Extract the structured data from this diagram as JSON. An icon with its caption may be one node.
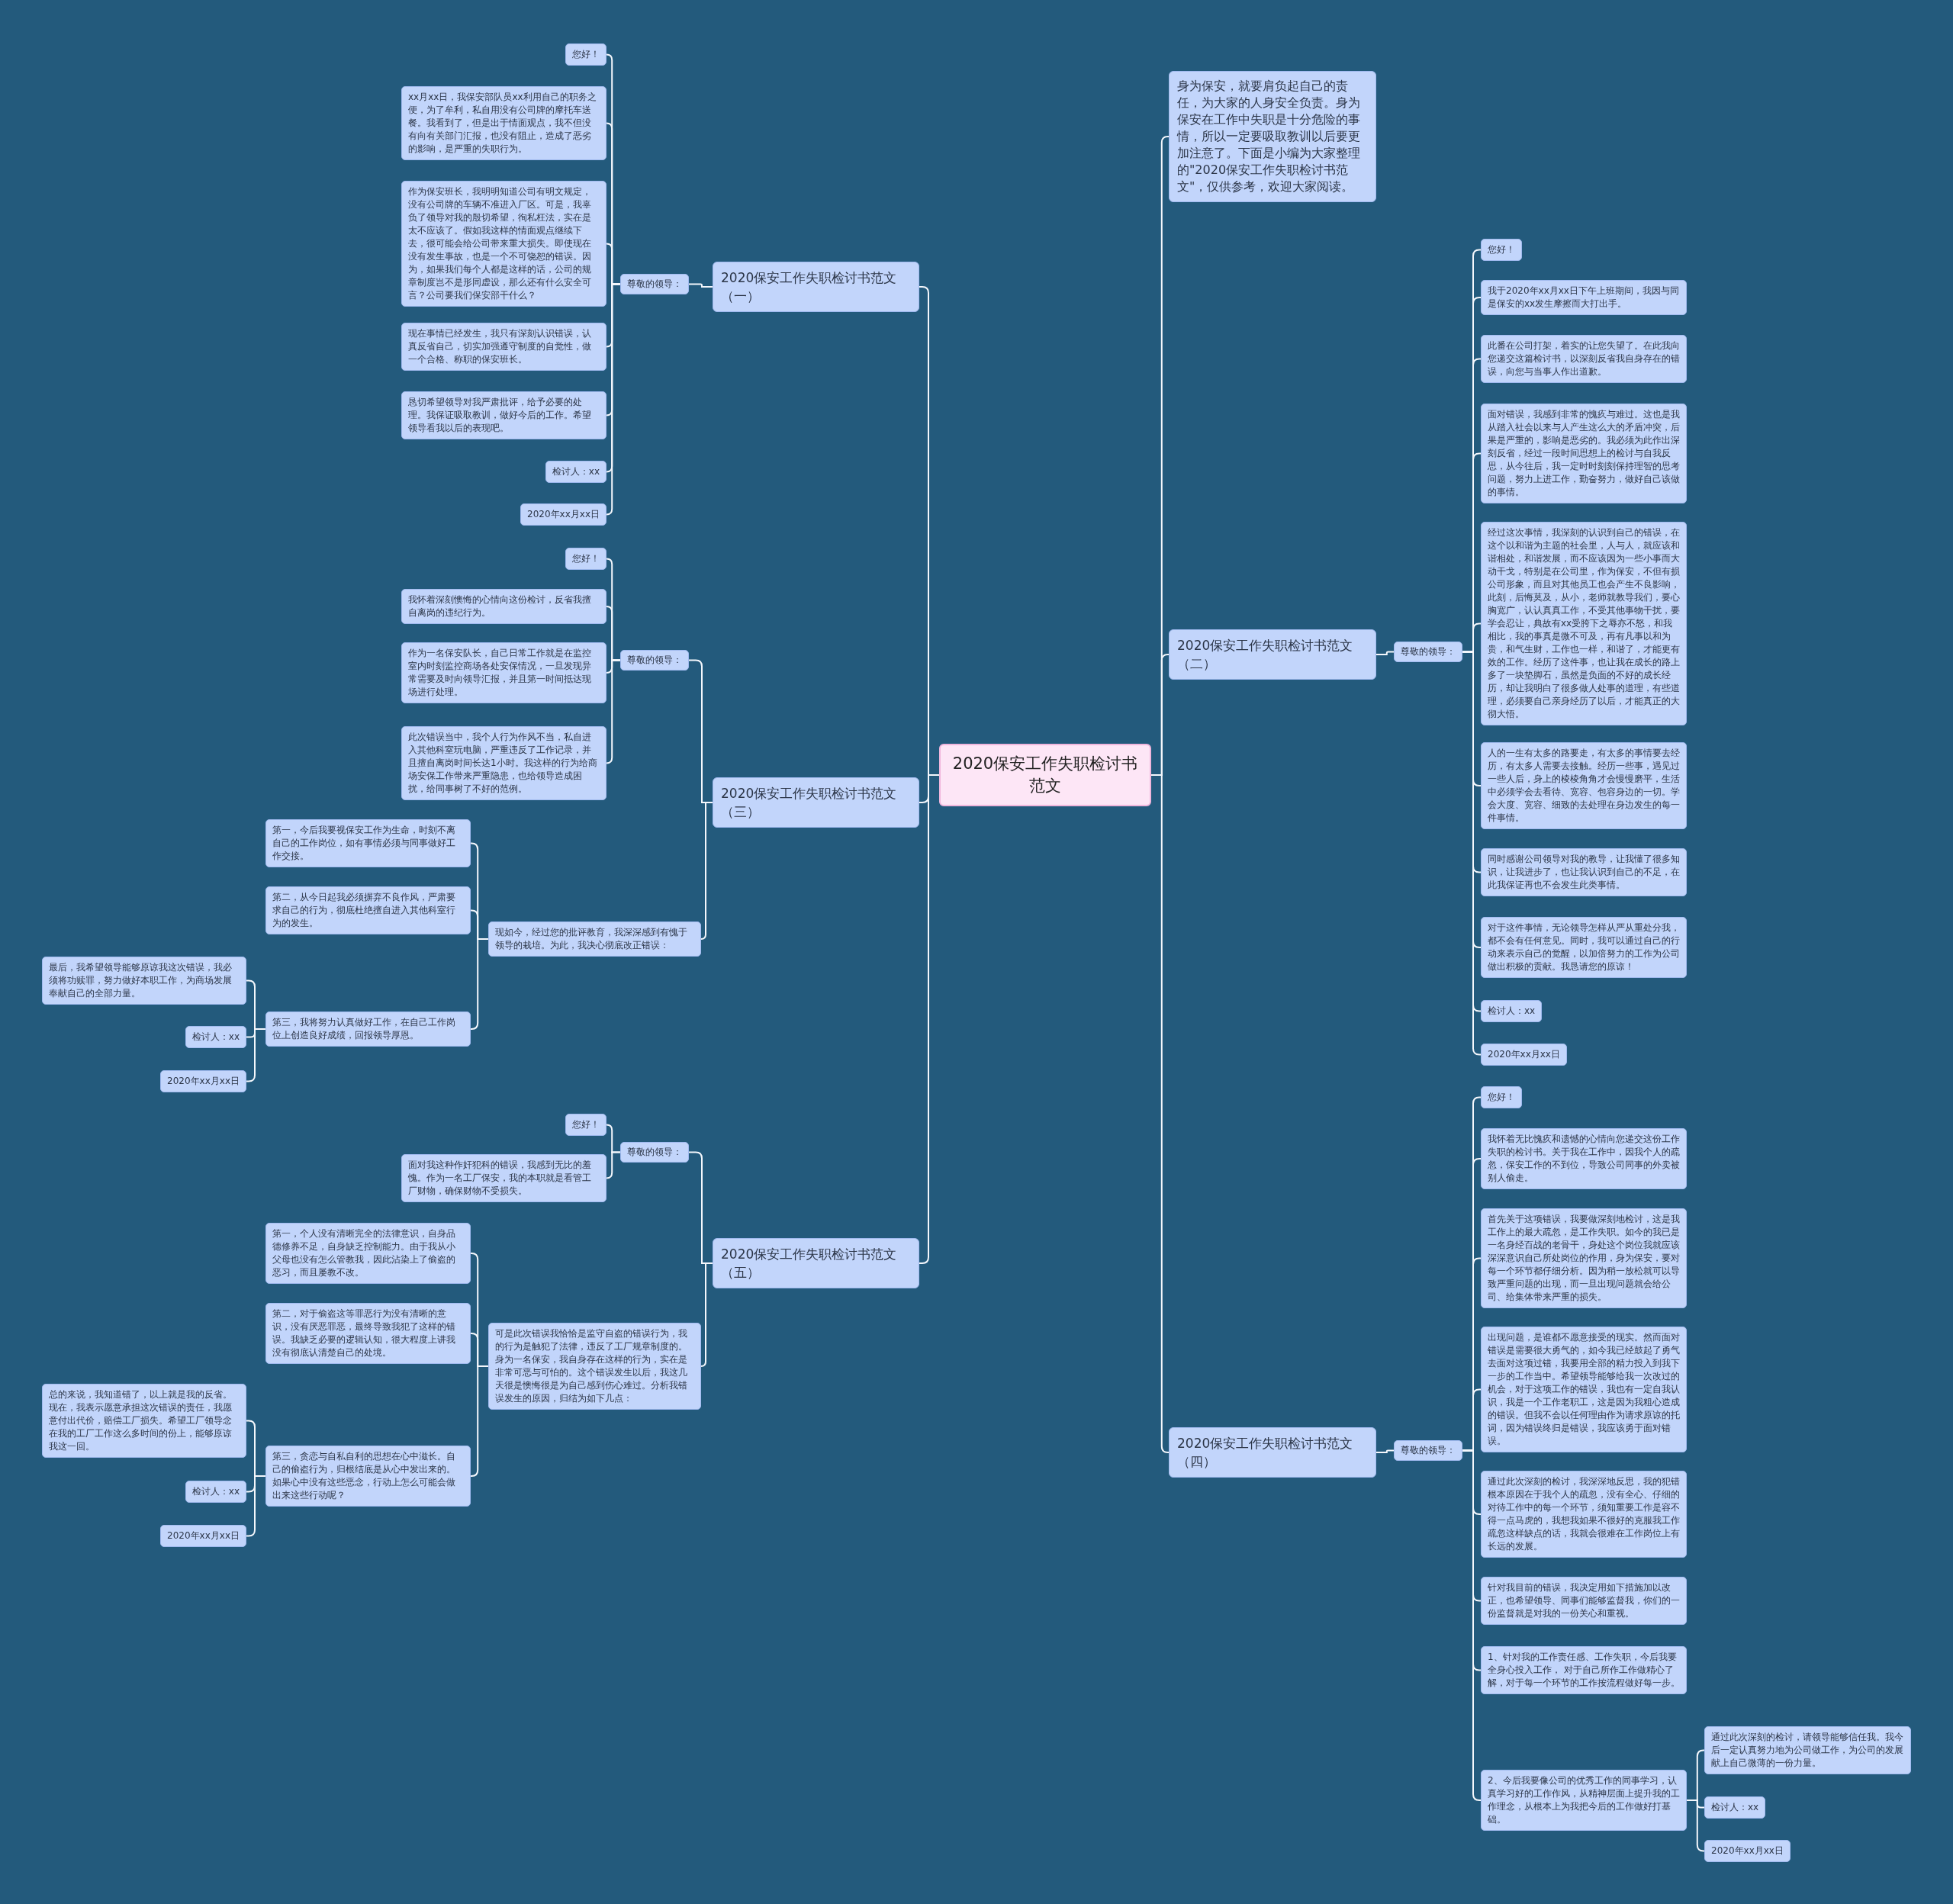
{
  "diagram": {
    "nodes": [
      {
        "text": [
          "2020保安工作失职检讨书范文"
        ]
      },
      {
        "text": [
          "2020保安工作失职检讨书范文（一）"
        ]
      },
      {
        "text": [
          "尊敬的领导："
        ]
      },
      {
        "text": [
          "您好！"
        ]
      },
      {
        "text": [
          "xx月xx日，我保安部队员xx利用自己的职务之便，为了牟利，私自用没有公司牌的摩托车送餐。我看到了，但是出于情面观点，我不但没有向有关部门汇报，也没有阻止，造成了恶劣的影响，是严重的失职行为。"
        ]
      },
      {
        "text": [
          "作为保安班长，我明明知道公司有明文规定，没有公司牌的车辆不准进入厂区。可是，我辜负了领导对我的殷切希望，徇私枉法，实在是太不应该了。假如我这样的情面观点继续下去，很可能会给公司带来重大损失。即使现在没有发生事故，也是一个不可饶恕的错误。因为，如果我们每个人都是这样的话，公司的规章制度岂不是形同虚设，那么还有什么安全可言？公司要我们保安部干什么？"
        ]
      },
      {
        "text": [
          "现在事情已经发生，我只有深刻认识错误，认真反省自己，切实加强遵守制度的自觉性，做一个合格、称职的保安班长。"
        ]
      },
      {
        "text": [
          "恳切希望领导对我严肃批评，给予必要的处理。我保证吸取教训，做好今后的工作。希望领导看我以后的表现吧。"
        ]
      },
      {
        "text": [
          "检讨人：xx"
        ]
      },
      {
        "text": [
          "2020年xx月xx日"
        ]
      },
      {
        "text": [
          "2020保安工作失职检讨书范文（三）"
        ]
      },
      {
        "text": [
          "尊敬的领导："
        ]
      },
      {
        "text": [
          "您好！"
        ]
      },
      {
        "text": [
          "我怀着深刻懊悔的心情向这份检讨，反省我擅自离岗的违纪行为。"
        ]
      },
      {
        "text": [
          "作为一名保安队长，自己日常工作就是在监控室内时刻监控商场各处安保情况，一旦发现异常需要及时向领导汇报，并且第一时间抵达现场进行处理。"
        ]
      },
      {
        "text": [
          "此次错误当中，我个人行为作风不当，私自进入其他科室玩电脑，严重违反了工作记录，并且擅自离岗时间长达1小时。我这样的行为给商场安保工作带来严重隐患，也给领导造成困扰，给同事树了不好的范例。"
        ]
      },
      {
        "text": [
          "现如今，经过您的批评教育，我深深感到有愧于领导的栽培。为此，我决心彻底改正错误："
        ]
      },
      {
        "text": [
          "第一，今后我要视保安工作为生命，时刻不离自己的工作岗位，如有事情必须与同事做好工作交接。"
        ]
      },
      {
        "text": [
          "第二，从今日起我必须摒弃不良作风，严肃要求自己的行为，彻底杜绝擅自进入其他科室行为的发生。"
        ]
      },
      {
        "text": [
          "第三，我将努力认真做好工作，在自己工作岗位上创造良好成绩，回报领导厚恩。"
        ]
      },
      {
        "text": [
          "最后，我希望领导能够原谅我这次错误，我必须将功赎罪，努力做好本职工作，为商场发展奉献自己的全部力量。"
        ]
      },
      {
        "text": [
          "检讨人：xx"
        ]
      },
      {
        "text": [
          "2020年xx月xx日"
        ]
      },
      {
        "text": [
          "2020保安工作失职检讨书范文（五）"
        ]
      },
      {
        "text": [
          "尊敬的领导："
        ]
      },
      {
        "text": [
          "您好！"
        ]
      },
      {
        "text": [
          "面对我这种作奸犯科的错误，我感到无比的羞愧。作为一名工厂保安，我的本职就是看管工厂财物，确保财物不受损失。"
        ]
      },
      {
        "text": [
          "可是此次错误我恰恰是监守自盗的错误行为，我的行为是触犯了法律，违反了工厂规章制度的。身为一名保安，我自身存在这样的行为，实在是非常可恶与可怕的。这个错误发生以后，我这几天很是懊悔很是为自己感到伤心难过。分析我错误发生的原因，归结为如下几点："
        ]
      },
      {
        "text": [
          "第一，个人没有清晰完全的法律意识，自身品德修养不足，自身缺乏控制能力。由于我从小父母也没有怎么管教我，因此沾染上了偷盗的恶习，而且屡教不改。"
        ]
      },
      {
        "text": [
          "第二，对于偷盗这等罪恶行为没有清晰的意识，没有厌恶罪恶，最终导致我犯了这样的错误。我缺乏必要的逻辑认知，很大程度上讲我没有彻底认清楚自己的处境。"
        ]
      },
      {
        "text": [
          "第三，贪恋与自私自利的思想在心中滋长。自己的偷盗行为，归根结底是从心中发出来的。如果心中没有这些恶念，行动上怎么可能会做出来这些行动呢？"
        ]
      },
      {
        "text": [
          "总的来说，我知道错了，以上就是我的反省。现在，我表示愿意承担这次错误的责任，我愿意付出代价，赔偿工厂损失。希望工厂领导念在我的工厂工作这么多时间的份上，能够原谅我这一回。"
        ]
      },
      {
        "text": [
          "检讨人：xx"
        ]
      },
      {
        "text": [
          "2020年xx月xx日"
        ]
      },
      {
        "text": [
          "身为保安，就要肩负起自己的责任，为大家的人身安全负责。身为保安在工作中失职是十分危险的事情，所以一定要吸取教训以后要更加注意了。下面是小编为大家整理的\"2020保安工作失职检讨书范文\"，仅供参考，欢迎大家阅读。"
        ]
      },
      {
        "text": [
          "2020保安工作失职检讨书范文（二）"
        ]
      },
      {
        "text": [
          "尊敬的领导："
        ]
      },
      {
        "text": [
          "您好！"
        ]
      },
      {
        "text": [
          "我于2020年xx月xx日下午上班期间，我因与同是保安的xx发生摩擦而大打出手。"
        ]
      },
      {
        "text": [
          "此番在公司打架，着实的让您失望了。在此我向您递交这篇检讨书，以深刻反省我自身存在的错误，向您与当事人作出道歉。"
        ]
      },
      {
        "text": [
          "面对错误，我感到非常的愧疚与难过。这也是我从踏入社会以来与人产生这么大的矛盾冲突，后果是严重的，影响是恶劣的。我必须为此作出深刻反省，经过一段时间思想上的检讨与自我反思，从今往后，我一定时时刻刻保持理智的思考问题，努力上进工作，勤奋努力，做好自己该做的事情。"
        ]
      },
      {
        "text": [
          "经过这次事情，我深刻的认识到自己的错误，在这个以和谐为主题的社会里，人与人，就应该和谐相处，和谐发展，而不应该因为一些小事而大动干戈，特别是在公司里，作为保安，不但有损公司形象，而且对其他员工也会产生不良影响，此刻，后悔莫及，从小，老师就教导我们，要心胸宽广，认认真真工作，不受其他事物干扰，要学会忍让，典故有xx受胯下之辱亦不怒，和我相比，我的事真是微不可及，再有凡事以和为贵，和气生财，工作也一样，和谐了，才能更有效的工作。经历了这件事，也让我在成长的路上多了一块垫脚石，虽然是负面的不好的成长经历，却让我明白了很多做人处事的道理，有些道理，必须要自己亲身经历了以后，才能真正的大彻大悟。"
        ]
      },
      {
        "text": [
          "人的一生有太多的路要走，有太多的事情要去经历，有太多人需要去接触。经历一些事，遇见过一些人后，身上的棱棱角角才会慢慢磨平，生活中必须学会去看待、宽容、包容身边的一切。学会大度、宽容、细致的去处理在身边发生的每一件事情。"
        ]
      },
      {
        "text": [
          "同时感谢公司领导对我的教导，让我懂了很多知识，让我进步了，也让我认识到自己的不足，在此我保证再也不会发生此类事情。"
        ]
      },
      {
        "text": [
          "对于这件事情，无论领导怎样从严从重处分我，都不会有任何意见。同时，我可以通过自己的行动来表示自己的觉醒，以加倍努力的工作为公司做出积极的贡献。我恳请您的原谅！"
        ]
      },
      {
        "text": [
          "检讨人：xx"
        ]
      },
      {
        "text": [
          "2020年xx月xx日"
        ]
      },
      {
        "text": [
          "2020保安工作失职检讨书范文（四）"
        ]
      },
      {
        "text": [
          "尊敬的领导："
        ]
      },
      {
        "text": [
          "您好！"
        ]
      },
      {
        "text": [
          "我怀着无比愧疚和遗憾的心情向您递交这份工作失职的检讨书。关于我在工作中，因我个人的疏忽，保安工作的不到位，导致公司同事的外卖被别人偷走。"
        ]
      },
      {
        "text": [
          "首先关于这项错误，我要做深刻地检讨，这是我工作上的最大疏忽，是工作失职。如今的我已是一名身经百战的老骨干，身处这个岗位我就应该深深意识自己所处岗位的作用，身为保安，要对每一个环节都仔细分析。因为稍一放松就可以导致严重问题的出现，而一旦出现问题就会给公司、给集体带来严重的损失。"
        ]
      },
      {
        "text": [
          "出现问题，是谁都不愿意接受的现实。然而面对错误是需要很大勇气的，如今我已经鼓起了勇气去面对这项过错，我要用全部的精力投入到我下一步的工作当中。希望领导能够给我一次改过的机会，对于这项工作的错误，我也有一定自我认识，我是一个工作老职工，这是因为我粗心造成的错误。但我不会以任何理由作为请求原谅的托词，因为错误终归是错误，我应该勇于面对错误。"
        ]
      },
      {
        "text": [
          "通过此次深刻的检讨，我深深地反思，我的犯错根本原因在于我个人的疏忽，没有全心、仔细的对待工作中的每一个环节，须知重要工作是容不得一点马虎的，我想我如果不很好的克服我工作疏忽这样缺点的话，我就会很难在工作岗位上有长远的发展。"
        ]
      },
      {
        "text": [
          "针对我目前的错误，我决定用如下措施加以改正，也希望领导、同事们能够监督我，你们的一份监督就是对我的一份关心和重视。"
        ]
      },
      {
        "text": [
          "1、针对我的工作责任感、工作失职，今后我要全身心投入工作， 对于自己所作工作做精心了解，对于每一个环节的工作按流程做好每一步。"
        ]
      },
      {
        "text": [
          "2、今后我要像公司的优秀工作的同事学习，认真学习好的工作作风，从精神层面上提升我的工作理念，从根本上为我把今后的工作做好打基础。"
        ]
      },
      {
        "text": [
          "通过此次深刻的检讨，请领导能够信任我。我今后一定认真努力地为公司做工作，为公司的发展献上自己微薄的一份力量。"
        ]
      },
      {
        "text": [
          "检讨人：xx"
        ]
      },
      {
        "text": [
          "2020年xx月xx日"
        ]
      }
    ],
    "edges": [
      {
        "from": 0,
        "to": 1,
        "arrow": "none"
      },
      {
        "from": 0,
        "to": 10,
        "arrow": "none"
      },
      {
        "from": 0,
        "to": 23,
        "arrow": "none"
      },
      {
        "from": 0,
        "to": 34,
        "arrow": "none"
      },
      {
        "from": 0,
        "to": 35,
        "arrow": "none"
      },
      {
        "from": 0,
        "to": 47,
        "arrow": "none"
      },
      {
        "from": 1,
        "to": 2,
        "arrow": "none"
      },
      {
        "from": 2,
        "to": 3,
        "arrow": "none"
      },
      {
        "from": 2,
        "to": 4,
        "arrow": "none"
      },
      {
        "from": 2,
        "to": 5,
        "arrow": "none"
      },
      {
        "from": 2,
        "to": 6,
        "arrow": "none"
      },
      {
        "from": 2,
        "to": 7,
        "arrow": "none"
      },
      {
        "from": 2,
        "to": 8,
        "arrow": "none"
      },
      {
        "from": 2,
        "to": 9,
        "arrow": "none"
      },
      {
        "from": 10,
        "to": 11,
        "arrow": "none"
      },
      {
        "from": 10,
        "to": 16,
        "arrow": "none"
      },
      {
        "from": 11,
        "to": 12,
        "arrow": "none"
      },
      {
        "from": 11,
        "to": 13,
        "arrow": "none"
      },
      {
        "from": 11,
        "to": 14,
        "arrow": "none"
      },
      {
        "from": 11,
        "to": 15,
        "arrow": "none"
      },
      {
        "from": 16,
        "to": 17,
        "arrow": "none"
      },
      {
        "from": 16,
        "to": 18,
        "arrow": "none"
      },
      {
        "from": 16,
        "to": 19,
        "arrow": "none"
      },
      {
        "from": 19,
        "to": 20,
        "arrow": "none"
      },
      {
        "from": 19,
        "to": 21,
        "arrow": "none"
      },
      {
        "from": 19,
        "to": 22,
        "arrow": "none"
      },
      {
        "from": 23,
        "to": 24,
        "arrow": "none"
      },
      {
        "from": 23,
        "to": 27,
        "arrow": "none"
      },
      {
        "from": 24,
        "to": 25,
        "arrow": "none"
      },
      {
        "from": 24,
        "to": 26,
        "arrow": "none"
      },
      {
        "from": 27,
        "to": 28,
        "arrow": "none"
      },
      {
        "from": 27,
        "to": 29,
        "arrow": "none"
      },
      {
        "from": 27,
        "to": 30,
        "arrow": "none"
      },
      {
        "from": 30,
        "to": 31,
        "arrow": "none"
      },
      {
        "from": 30,
        "to": 32,
        "arrow": "none"
      },
      {
        "from": 30,
        "to": 33,
        "arrow": "none"
      },
      {
        "from": 35,
        "to": 36,
        "arrow": "none"
      },
      {
        "from": 36,
        "to": 37,
        "arrow": "none"
      },
      {
        "from": 36,
        "to": 38,
        "arrow": "none"
      },
      {
        "from": 36,
        "to": 39,
        "arrow": "none"
      },
      {
        "from": 36,
        "to": 40,
        "arrow": "none"
      },
      {
        "from": 36,
        "to": 41,
        "arrow": "none"
      },
      {
        "from": 36,
        "to": 42,
        "arrow": "none"
      },
      {
        "from": 36,
        "to": 43,
        "arrow": "none"
      },
      {
        "from": 36,
        "to": 44,
        "arrow": "none"
      },
      {
        "from": 36,
        "to": 45,
        "arrow": "none"
      },
      {
        "from": 36,
        "to": 46,
        "arrow": "none"
      },
      {
        "from": 47,
        "to": 48,
        "arrow": "none"
      },
      {
        "from": 48,
        "to": 49,
        "arrow": "none"
      },
      {
        "from": 48,
        "to": 50,
        "arrow": "none"
      },
      {
        "from": 48,
        "to": 51,
        "arrow": "none"
      },
      {
        "from": 48,
        "to": 52,
        "arrow": "none"
      },
      {
        "from": 48,
        "to": 53,
        "arrow": "none"
      },
      {
        "from": 48,
        "to": 54,
        "arrow": "none"
      },
      {
        "from": 48,
        "to": 55,
        "arrow": "none"
      },
      {
        "from": 48,
        "to": 56,
        "arrow": "none"
      },
      {
        "from": 56,
        "to": 57,
        "arrow": "none"
      },
      {
        "from": 56,
        "to": 58,
        "arrow": "none"
      },
      {
        "from": 56,
        "to": 59,
        "arrow": "none"
      }
    ]
  }
}
